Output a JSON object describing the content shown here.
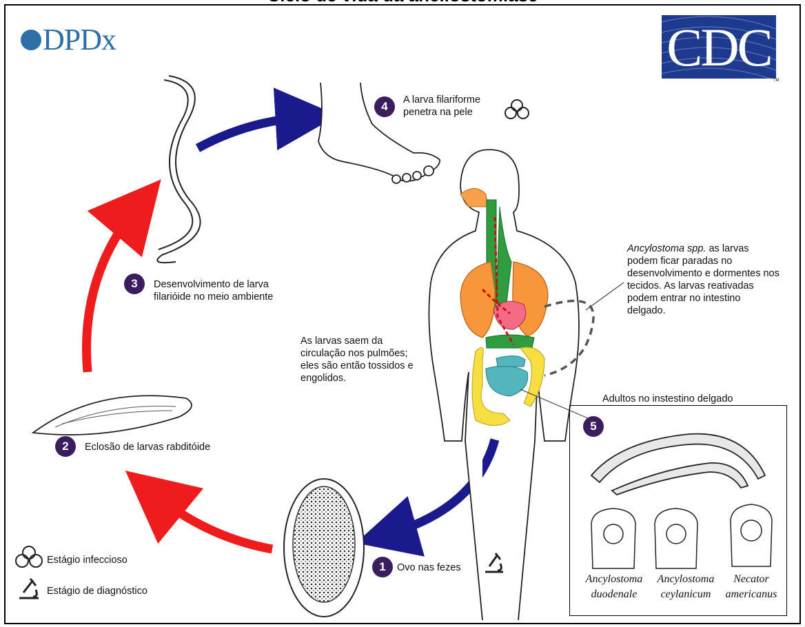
{
  "title": "Ciclo de vida da ancilostomíase",
  "logos": {
    "dpdx": "DPDx",
    "cdc": "CDC",
    "cdc_tm": "TM"
  },
  "steps": [
    {
      "number": "1",
      "label": "Ovo nas fezes"
    },
    {
      "number": "2",
      "label": "Eclosão de larvas rabditóide"
    },
    {
      "number": "3",
      "label_line1": "Desenvolvimento de larva",
      "label_line2": "filarióide no meio ambiente"
    },
    {
      "number": "4",
      "label_line1": "A larva filariforme",
      "label_line2": "penetra na pele"
    },
    {
      "number": "5"
    }
  ],
  "notes": {
    "lungs": [
      "As larvas saem da",
      "circulação nos pulmões;",
      "eles são então tossidos e",
      "engolidos."
    ],
    "ancylostoma_italic": "Ancylostoma spp.",
    "ancylostoma_rest": [
      "as larvas",
      "podem ficar paradas no",
      "desenvolvimento e dormentes nos",
      "tecidos. As larvas reativadas",
      "podem entrar no intestino",
      "delgado."
    ],
    "adults": "Adultos no instestino delgado"
  },
  "species": [
    {
      "genus": "Ancylostoma",
      "epithet": "duodenale"
    },
    {
      "genus": "Ancylostoma",
      "epithet": "ceylanicum"
    },
    {
      "genus": "Necator",
      "epithet": "americanus"
    }
  ],
  "legend": {
    "infectious": "Estágio infeccioso",
    "diagnostic": "Estágio de diagnóstico"
  },
  "icons": [
    "biohazard-icon",
    "microscope-icon"
  ],
  "colors": {
    "red_arrow": "#ee1c1c",
    "blue_arrow": "#1a1a8c",
    "step_circle": "#3b1d5e",
    "cdc_blue": "#1e3a8f",
    "dpdx_blue": "#2e6fa7"
  }
}
